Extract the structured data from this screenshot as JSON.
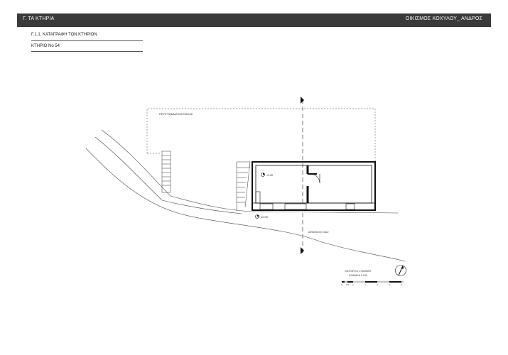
{
  "header": {
    "left_title": "Γ. ΤΑ ΚΤΗΡΙΑ",
    "right_title": "ΟΙΚΙΣΜΟΣ ΚΟΧΥΛΟΥ_ ΑΝΔΡΟΣ"
  },
  "section": {
    "title": "Γ.1.1. ΚΑΤΑΓΡΑΦΗ ΤΩΝ ΚΤΗΡΙΩΝ",
    "building": "ΚΤΗΡΙΟ Νο 54"
  },
  "plan": {
    "perimeter_label": "ΠΕΡΙΓΡΑΜΜΑ ΚΑΤΟΙΚΙΑΣ",
    "road_label": "ΔΗΜΟΣΙΟ ΟΔΟ",
    "level_upper": "-0.40",
    "level_lower": "±0.00"
  },
  "legend": {
    "line1": "ΚΑΤΟΨΗ Α' ΣΤΑΘΜΗΣ",
    "line2": "ΚΛΙΜΑΚΑ 1:100",
    "scale_ticks": [
      "0",
      "0.5",
      "1",
      "2",
      "3",
      "4",
      "5"
    ]
  }
}
